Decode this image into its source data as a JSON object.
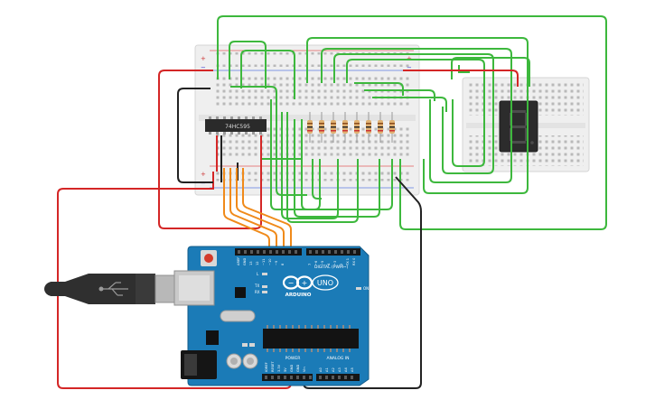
{
  "ic": {
    "label": "74HC595"
  },
  "arduino": {
    "brand": "ARDUINO",
    "model": "UNO",
    "digital_label": "DIGITAL (PWM~)",
    "power_label": "POWER",
    "analog_label": "ANALOG IN",
    "tx_label": "TX",
    "rx_label": "RX",
    "l_label": "L",
    "on_label": "ON",
    "pin_labels_top": [
      "AREF",
      "GND",
      "13",
      "12",
      "~11",
      "~10",
      "~9",
      "8",
      "7",
      "~6",
      "~5",
      "4",
      "~3",
      "2",
      "TX 1",
      "RX 0"
    ],
    "pin_labels_power": [
      "IOREF",
      "RESET",
      "3.3V",
      "5V",
      "GND",
      "GND",
      "Vin"
    ],
    "pin_labels_analog": [
      "A0",
      "A1",
      "A2",
      "A3",
      "A4",
      "A5"
    ]
  },
  "display": {
    "digit": "8"
  },
  "colors": {
    "wire_green": "#3db83d",
    "wire_red": "#d42626",
    "wire_black": "#222222",
    "wire_orange": "#f08a1a",
    "board_blue": "#1b7bb7",
    "breadboard": "#efefef"
  },
  "icons": [
    "usb-cable-icon",
    "arduino-infinity-logo-icon",
    "seven-segment-display-icon"
  ]
}
